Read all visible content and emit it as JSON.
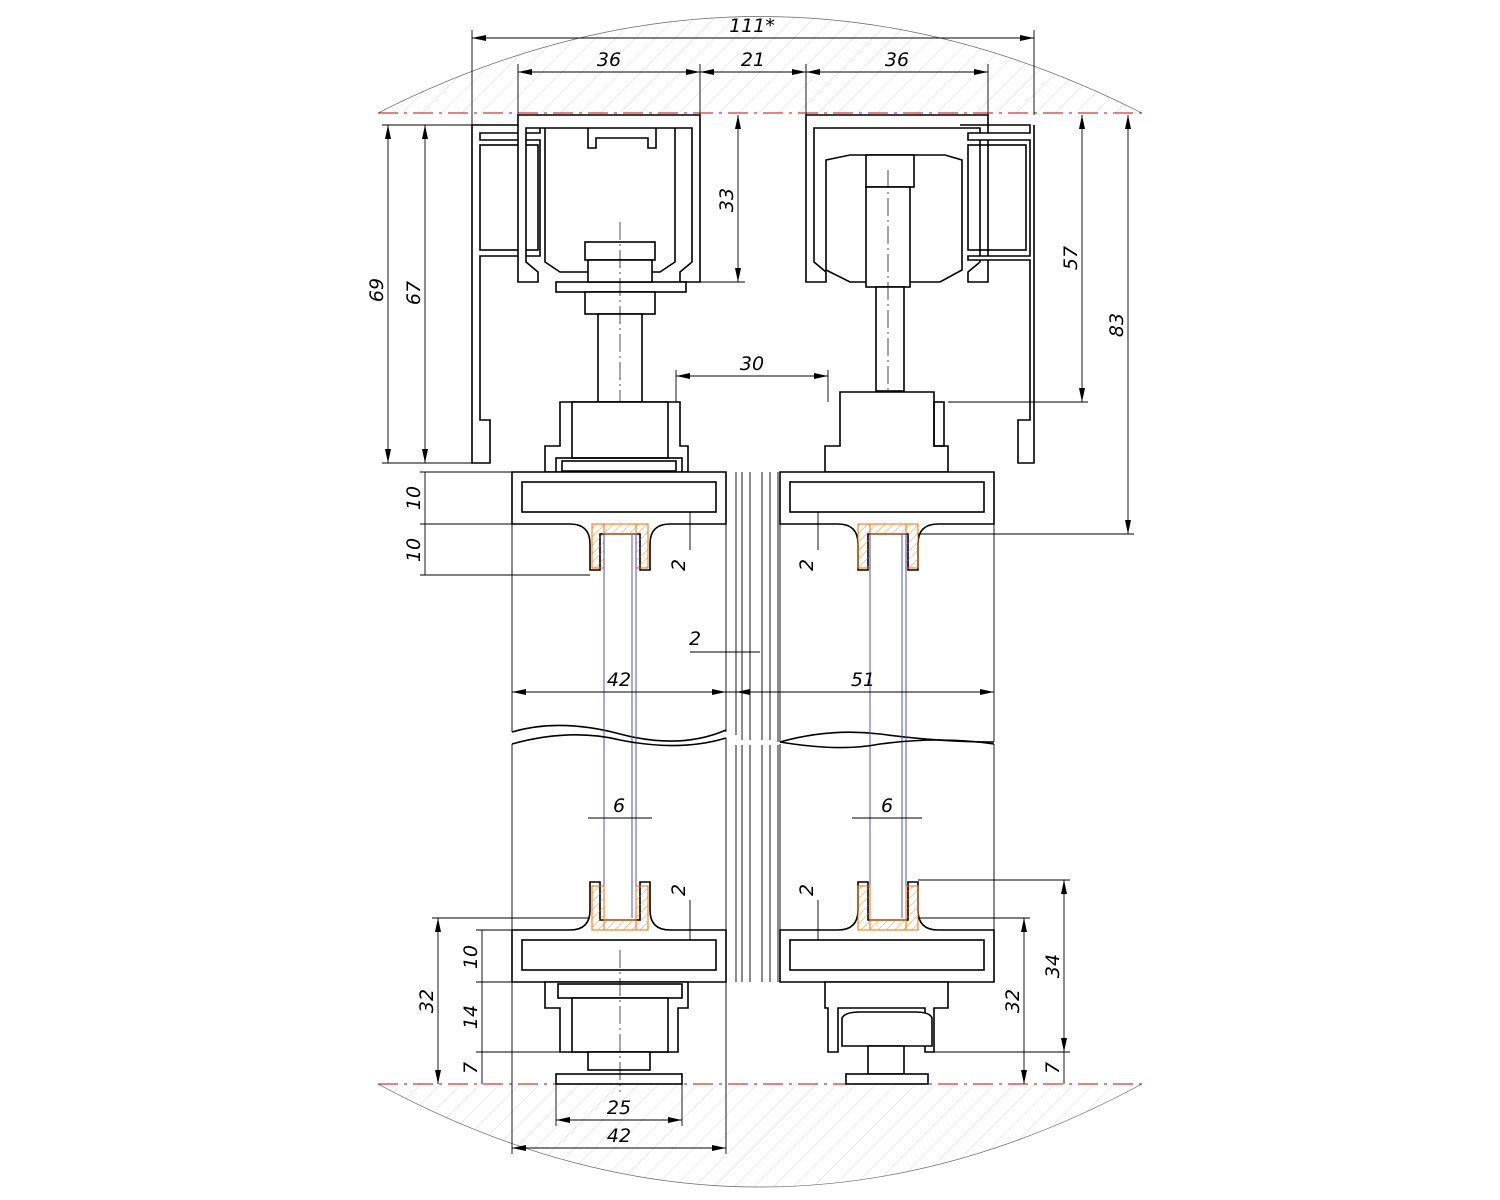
{
  "diagram": {
    "colors": {
      "outline": "#000000",
      "section_line": "#d40000",
      "glass": "#3b3bd6",
      "seal_hatch": "#ff6a00"
    },
    "dimensions": {
      "top_overall": "111*",
      "top_left": "36",
      "top_gap": "21",
      "top_right": "36",
      "rail_depth": "33",
      "left_outer_height": "69",
      "left_inner_height": "67",
      "right_height_57": "57",
      "right_height_83": "83",
      "between_rails": "30",
      "frame_top_left": "10",
      "frame_groove_left": "10",
      "groove_top_left": "2",
      "groove_top_right": "2",
      "gap_between_panels": "2",
      "panel_left_width": "42",
      "panel_right_width": "51",
      "glass_left": "6",
      "glass_right": "6",
      "groove_bottom_left": "2",
      "groove_bottom_right": "2",
      "bottom_frame_left": "10",
      "bottom_14": "14",
      "bottom_7_left": "7",
      "bottom_32_left": "32",
      "bottom_32_right": "32",
      "bottom_34_right": "34",
      "bottom_7_right": "7",
      "bottom_25": "25",
      "bottom_42": "42"
    }
  }
}
